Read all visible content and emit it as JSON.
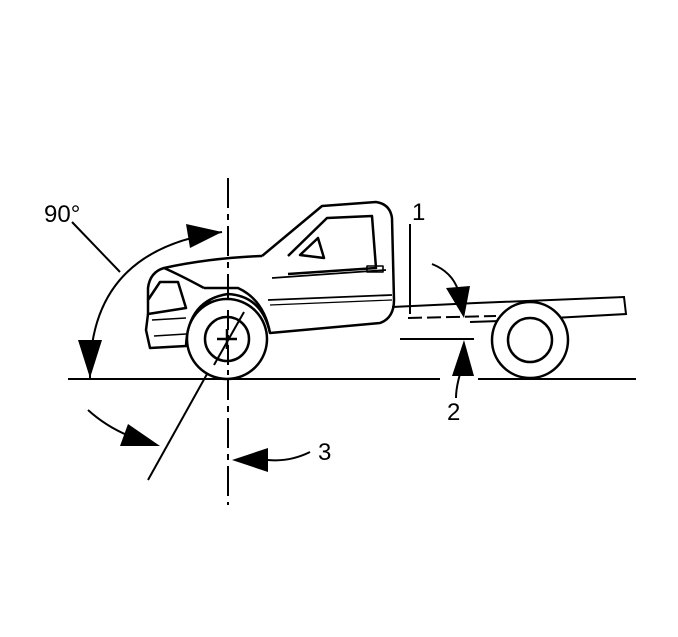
{
  "labels": {
    "angle": "90°",
    "callout_1": "1",
    "callout_2": "2",
    "callout_3": "3"
  },
  "colors": {
    "ink": "#000000",
    "background": "#ffffff"
  }
}
